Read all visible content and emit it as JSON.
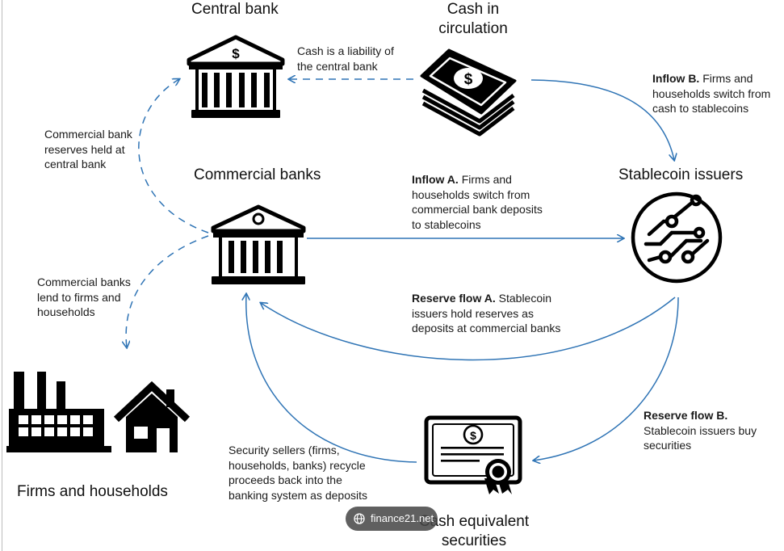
{
  "nodes": {
    "central_bank": "Central bank",
    "cash_line1": "Cash in",
    "cash_line2": "circulation",
    "commercial_banks": "Commercial banks",
    "stablecoin_issuers": "Stablecoin issuers",
    "firms_households": "Firms and households",
    "cash_equiv_line1": "Cash equivalent",
    "cash_equiv_line2": "securities"
  },
  "notes": {
    "cash_liability": [
      "Cash is a liability of",
      "the central bank"
    ],
    "reserves_held": [
      "Commercial bank",
      "reserves held at",
      "central bank"
    ],
    "banks_lend": [
      "Commercial banks",
      "lend to firms and",
      "households"
    ],
    "inflow_a_bold": "Inflow A.",
    "inflow_a_text": " Firms and",
    "inflow_a_rest": [
      "households switch from",
      "commercial bank deposits",
      "to stablecoins"
    ],
    "inflow_b_bold": "Inflow B.",
    "inflow_b_text": " Firms and",
    "inflow_b_rest": [
      "households switch from",
      "cash to stablecoins"
    ],
    "reserve_a_bold": "Reserve flow A.",
    "reserve_a_text": " Stablecoin",
    "reserve_a_rest": [
      "issuers hold reserves as",
      "deposits at commercial banks"
    ],
    "reserve_b_bold": "Reserve flow B.",
    "reserve_b_rest": [
      "Stablecoin issuers buy",
      "securities"
    ],
    "sellers": [
      "Security sellers (firms,",
      "households, banks) recycle",
      "proceeds back into the",
      "banking system as deposits"
    ]
  },
  "watermark": "finance21.net",
  "colors": {
    "arrow": "#2f74b5",
    "icon": "#000000",
    "text": "#1a1a1a"
  }
}
